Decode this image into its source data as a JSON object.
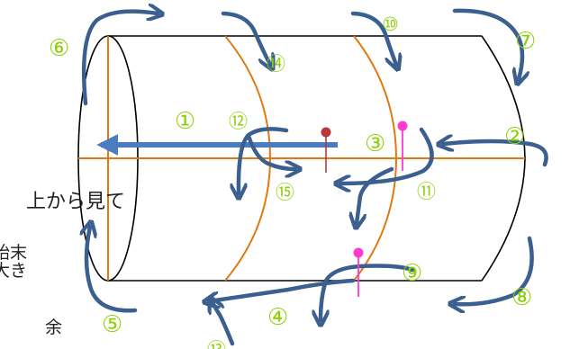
{
  "labels": {
    "view_from_top": "上から見て",
    "cut_line_1": "始末",
    "cut_line_2": "大き",
    "cut_line_3": "余"
  },
  "step_numbers": [
    "①",
    "②",
    "③",
    "④",
    "⑤",
    "⑥",
    "⑦",
    "⑧",
    "⑨",
    "⑩",
    "⑪",
    "⑫",
    "⑬",
    "⑭",
    "⑮"
  ],
  "colors": {
    "cylinder_outline": "#000000",
    "guide_lines": "#e07a10",
    "arrows": "#3b5f8f",
    "main_arrow": "#4a7cc0",
    "step_labels": "#8fd00a",
    "pin_red": "#b8383c",
    "pin_pink": "#ff3ad0"
  }
}
